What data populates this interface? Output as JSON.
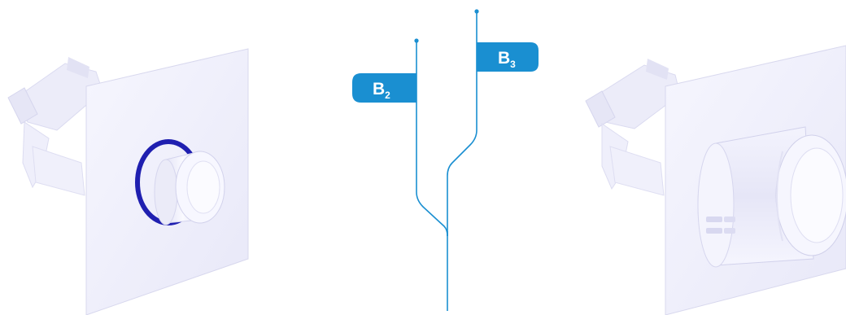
{
  "labels": {
    "b2": {
      "main": "B",
      "sub": "2"
    },
    "b3": {
      "main": "B",
      "sub": "3"
    }
  },
  "colors": {
    "accent": "#1a8fd1",
    "ring": "#1f1fb0",
    "part_fill": "#f1f1fc",
    "part_shade": "#dcdcf3",
    "part_edge": "#cfcfe9"
  },
  "images": {
    "left": "thermostat-head-with-blue-ring",
    "right": "thermostat-head-with-sleeve"
  }
}
